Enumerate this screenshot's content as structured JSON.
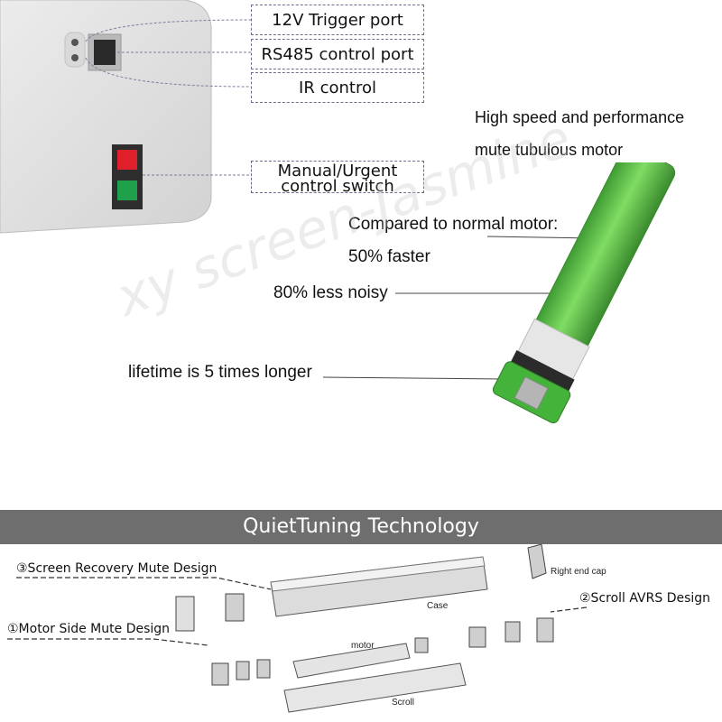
{
  "callouts": {
    "trigger": "12V Trigger port",
    "rs485": "RS485 control port",
    "ir": "IR control",
    "manual_line1": "Manual/Urgent",
    "manual_line2": "control switch"
  },
  "headline": {
    "line1": "High speed and performance",
    "line2": "mute tubulous motor"
  },
  "features": {
    "compared": "Compared to normal motor:",
    "faster": "50% faster",
    "noisy": "80% less noisy",
    "lifetime": "lifetime is 5 times longer"
  },
  "watermark": "xy screen-Jasmine",
  "banner": "QuietTuning Technology",
  "designs": {
    "screen_recovery": "③Screen Recovery Mute Design",
    "scroll_avrs": "②Scroll AVRS Design",
    "motor_side": "①Motor Side Mute Design"
  },
  "parts": {
    "right_end_cap": "Right end cap",
    "case": "Case",
    "motor": "motor",
    "scroll": "Scroll"
  },
  "colors": {
    "motor_green": "#5cc64a",
    "banner_gray": "#6e6e6e",
    "button_red": "#e0202a",
    "button_green": "#1fa04a"
  }
}
